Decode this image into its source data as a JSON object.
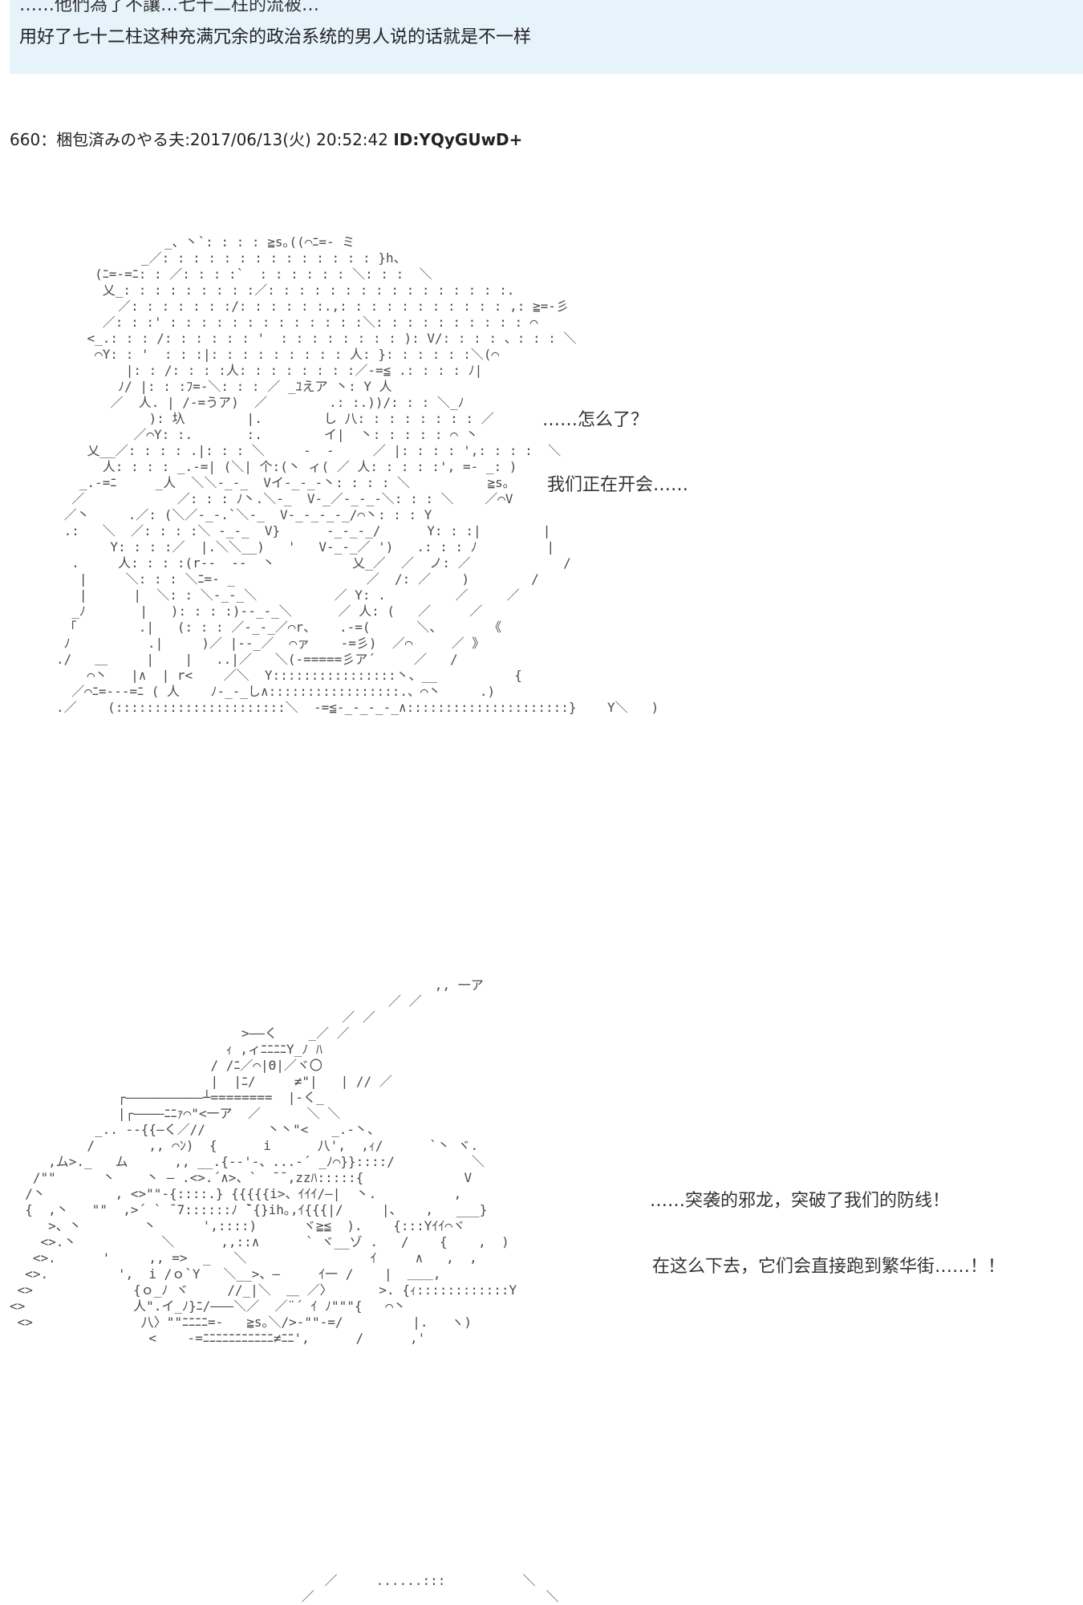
{
  "previous_post": {
    "cutoff_line": "……他們為了不讓…七十二柱的流被…",
    "comment": "用好了七十二柱这种充满冗余的政治系统的男人说的话就是不一样"
  },
  "post": {
    "number": "660",
    "separator": "：",
    "name": "梱包済みのやる夫",
    "datetime": ":2017/06/13(火) 20:52:42",
    "id": "ID:YQyGUwD+"
  },
  "panels": [
    {
      "art": "              _、丶`: : : : ≧s｡((⌒ﾆ=- ミ\n           _／: : : : : : : : : : : : : : }h、\n     (ﾆ=-=ﾆ: : ／: : : :`  : : : : : : ＼: : :  ＼\n      乂_: : : : : : : : :／: : : : : : : : : : : : : : : :.\n        ／: : : : : : :/: : : : : :.,: : : : : : : : : : : ,: ≧=-彡\n      ／: : :' : : : : : : : : : : : : :＼: : : : : : : : : : ⌒\n    <_.: : : /: : : : : : '  : : : : : : : : ): V/: : : : 、: : : ＼\n     ⌒Y: : '  : : :|: : : : : : : : : 人: }: : : : : :＼(⌒\n         |: : /: : : :人: : : : : : : :／-=≦ .: : : : ﾉ|\n        ﾉ/ |: : :ﾌ=-＼: : : ／ _ﾕえア 丶: Y 人\n       ／  人. | /-=うア)  ／        .: :.))/: : : ＼_ﾉ\n            ): 圦        |.        し 八: : : : : : : : ／\n          ／⌒Y: :.       :.        イ|  丶: : : : : ⌒ 丶\n    乂__／: : : : .|: : : ＼     -  -     ／ |: : : : ',: : : :  ＼\n      人: : : : _.-=| (＼| 个:(丶 ィ( ／ 人: : : : :', =- _: )\n   _.-=ﾆ     _人  ＼＼-_-_  Vイ-_-_-丶: : : : ＼          ≧s｡\n  ／            ／: : : ﾉ丶.＼-_  V-_／-_-_-＼: : : ＼    ／⌒V\n ／丶     .／: (＼／-_-.`＼-_  V-_-_-_-_/⌒丶: : : Y\n .:   ＼  ／: : : :＼ -_-_  V}      -_-_-_/      Y: : :|        |\n       Y: : : :／  |.＼＼__)   '   V-_-_／ ')   .: : : ﾉ         |\n  .     人: : : :(r--  --  丶          乂_／  ／  ノ: ／            /\n   |     ＼: : : ＼ﾆ=- _                 ／  /: ／    )        /\n   |      |  ＼: : ＼-_-_＼          ／ Y: .         ／     ／\n  _ﾉ       |   ): : : :)--_-_＼      ／ 人: (   ／     ／\n 「        .|   (: : : ／-_-_／⌒r、   .-=(      ＼、      《\n ﾉ          .|     )／ |--_／  ⌒ァ    -=彡)  ／⌒     ／ 》\n./   ＿     |    |   ..|／   ＼(-=====彡ア´     ／   /\n    ⌒丶   |∧  | r<    ／＼  Y::::::::::::::::丶、__          {\n  ／⌒ﾆ=---=ﾆ ( 人    ﾉ-_-_し∧:::::::::::::::::.、⌒丶     .)\n.／    (::::::::::::::::::::::＼  -=≦-_-_-_-_∧:::::::::::::::::::::}    Y＼   )",
      "lines": [
        "……怎么了？",
        "我们正在开会……"
      ]
    },
    {
      "art": "                                                       ,, 一ア\n                                                 ／ ／\n                                           ／ ／\n                              >――く    _／ ／\n                            ｨ ,ィﾆﾆﾆﾆY_ﾉ ﾊ\n                          / /ﾆ／⌒|Θ|／ヾ〇\n                          |  |ﾆ/     ≠\"|   | // ／\n              ┌――――――――――┴========  |-く_\n              |┌――――ﾆﾆｧ⌒\"<一ア  ／      ＼ ＼\n           _.. --{{―く／//        丶丶\"<   _.-丶、\n          /       ,, ⌒ﾝ)  {      i      八',  ,ｨ/      `丶 ヾ.\n     ,ム>._   ム      ,, __.{--'-、...-´ _ﾉ⌒}}::::/          ＼\n   /\"\"      丶    丶 ― .<>.´∧>、`  ̄ ̄ ,zzﾊ:::::{             V\n  /丶         , <>\"\"-{::::.} {{{{{i>、ｲｲｲ/―|  丶.          ,\n  {  ,丶   \"\"  ,>´ ` ̄ 7::::::ﾉ ̄`{}ih｡,ｲ{{{|/     |、   ,   ___}\n     >、丶        丶      ',::::)      ヾ≧≦  ).    {:::Yｲｲ⌒ヾ\n    <>.丶           ＼      ,,::∧      ` ヾ__ゾ .   /    {    ,  )\n   <>.      '     ,, =>  _   ＼                ｲ     ∧   ,  ,\n  <>.         ',  i /ｏ`Y   ＼__>、―     ｲ一 /    |  ＿＿,\n <>             {ｏ_ﾉ ヾ     //_|＼  ＿ ／〉      >. {ｨ::::::::::::Y\n<>              人\".イ_ﾉ}ﾆ/―――＼／  ／¨´ ｲ ﾉ\"\"\"{   ⌒丶\n <>              八〉\"\"ﾆﾆﾆﾆ=-   ≧s｡＼/>-\"\"-=/         |.   ヽ)\n                  <    -=ﾆﾆﾆﾆﾆﾆﾆﾆﾆﾆﾆ≠ﾆﾆ',      /      ,'",
      "lines": [
        "……突袭的邪龙，突破了我们的防线！",
        "在这么下去，它们会直接跑到繁华街……！！"
      ]
    },
    {
      "art": "               ／     ......:::          ＼\n            ／                              ＼"
    }
  ]
}
